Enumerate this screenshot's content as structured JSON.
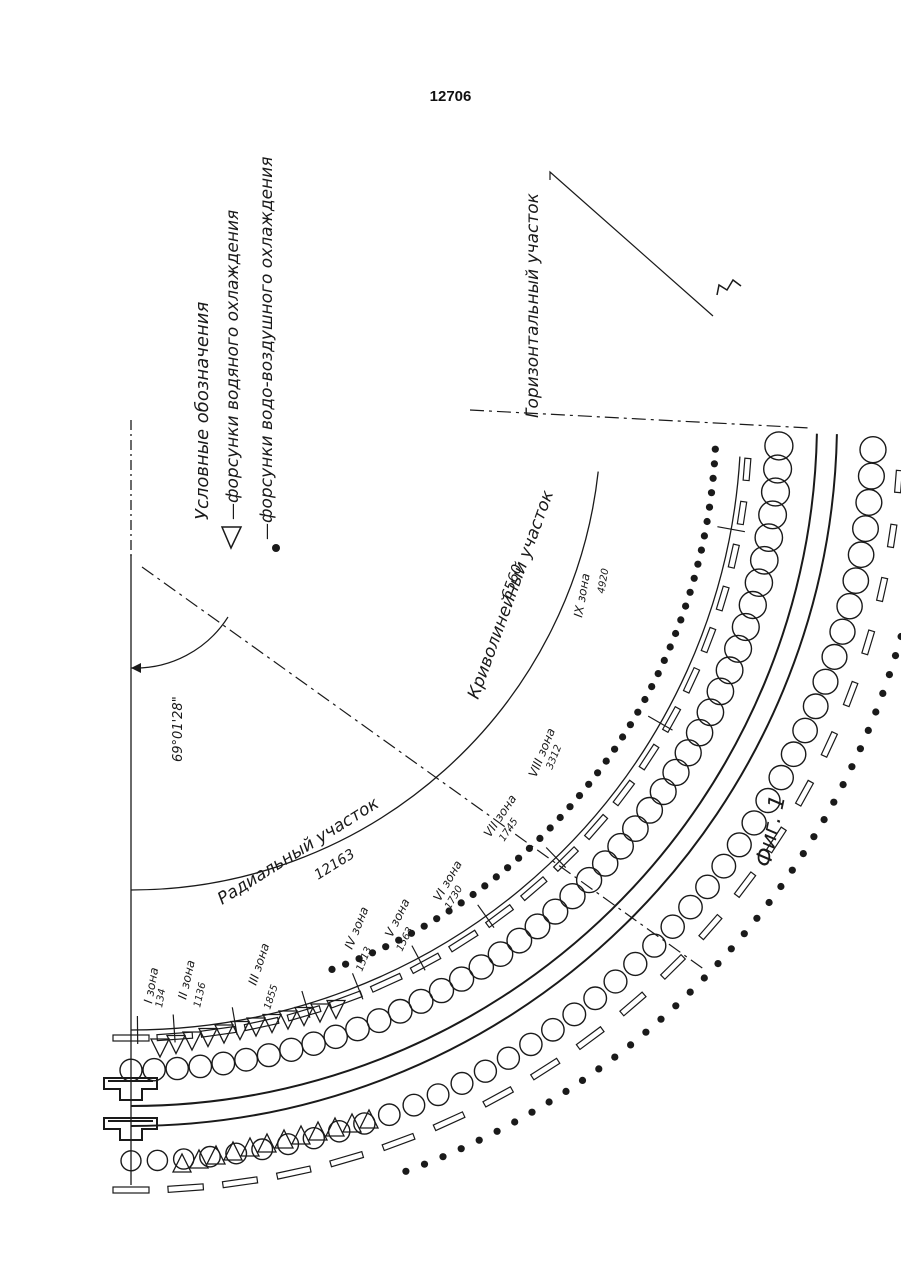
{
  "page_number": "12706",
  "legend": {
    "title": "Условные обозначения",
    "water_nozzles": "—форсунки водяного охлаждения",
    "air_water_nozzles": "—форсунки водо-воздушного охлаждения"
  },
  "sections": {
    "radial": {
      "label": "Радиальный участок",
      "length": "12163"
    },
    "curvilinear": {
      "label": "Криволинейный участок",
      "length": "6560"
    },
    "horizontal": {
      "label": "Горизонтальный участок"
    }
  },
  "angle": "69°01'28\"",
  "zones": [
    {
      "label": "I зона",
      "length": "134"
    },
    {
      "label": "II зона",
      "length": "1136"
    },
    {
      "label": "III зона",
      "length": "1855"
    },
    {
      "label": "IV зона",
      "length": "1513"
    },
    {
      "label": "V зона",
      "length": "1563"
    },
    {
      "label": "VI зона",
      "length": "1730"
    },
    {
      "label": "VII зона",
      "length": "1745"
    },
    {
      "label": "VIII зона",
      "length": "3312"
    },
    {
      "label": "IX зона",
      "length": "4920"
    }
  ],
  "figure_caption": "Фиг. 1",
  "colors": {
    "ink": "#1a1a1a",
    "paper": "#ffffff"
  }
}
